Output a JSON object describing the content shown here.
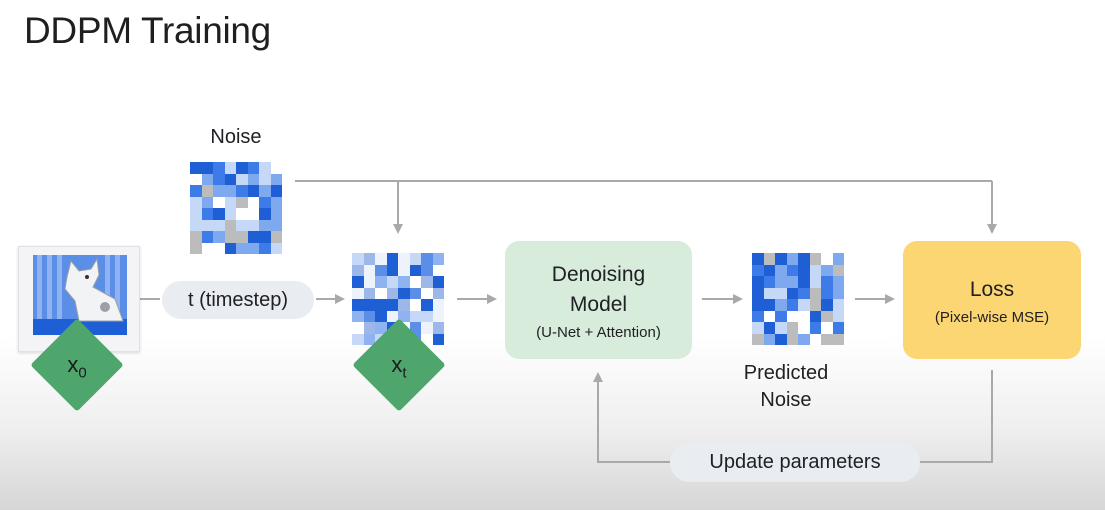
{
  "title": "DDPM Training",
  "noise_label": "Noise",
  "x0_label": "x",
  "x0_sub": "0",
  "xt_label": "x",
  "xt_sub": "t",
  "timestep_label": "t (timestep)",
  "model": {
    "title_line1": "Denoising",
    "title_line2": "Model",
    "subtitle": "(U-Net + Attention)"
  },
  "predicted_noise": {
    "line1": "Predicted",
    "line2": "Noise"
  },
  "loss": {
    "title": "Loss",
    "subtitle": "(Pixel-wise MSE)"
  },
  "update_label": "Update parameters",
  "colors": {
    "model_box": "#d7ecdb",
    "loss_box": "#fbd673",
    "diamond": "#4fa66d",
    "arrow": "#a9a9a9",
    "noise_palette": [
      "#3c7be8",
      "#7fa9ef",
      "#c6d8f8",
      "#ffffff",
      "#bcbcbc",
      "#1f5fd6"
    ]
  }
}
